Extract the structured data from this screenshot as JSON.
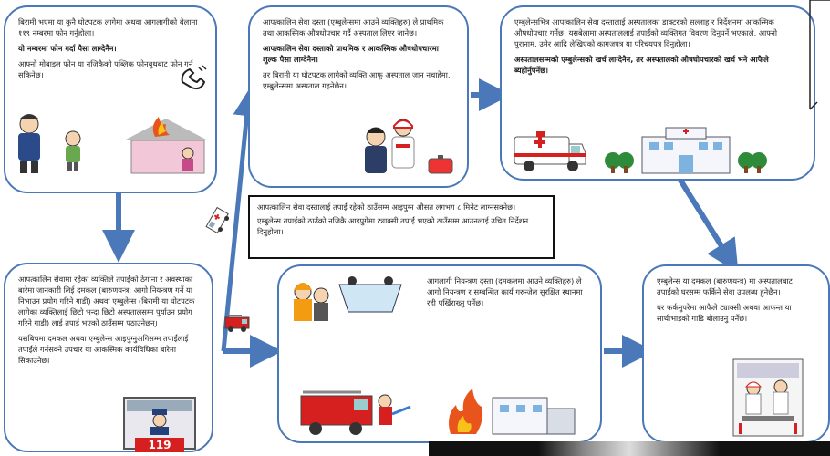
{
  "steps": {
    "step1": {
      "p1": "बिरामी भएमा या कुनै घोटपटक लागेमा अथवा आगलागीको बेलामा ११९ नम्बरमा फोन गर्नुहोला।",
      "p2": "यो नम्बरमा फोन गर्दा पैसा लाग्देनैन।",
      "p3": "आफ्नो मोबाइल फोन या नजिकैको पब्लिक फोनबुथबाट फोन गर्न सकिनेछ।"
    },
    "step2": {
      "p1": "आपत्कालिन सेवामा रहेका व्यक्तिले तपाईंको ठेगाना र अवस्थाका बारेमा जानकारी लिई दमकल (बारुणयन्त्र: आगो नियन्त्रण गर्ने या निभाउन प्रयोग गरिने गाडी) अथवा एम्बुलेन्स (बिरामी या घोटपटक लागेका व्यक्तिलाई छिटो भन्दा छिटो अस्पतालसम्म पुर्याउन प्रयोग गरिने गाडी) लाई तपाईं भएको ठाउँसम्म पठाउनेछन्।",
      "p2": "यसबिचमा दमकल अथवा एम्बुलेन्स आइपुग्नुअगिसम्म तपाईंलाई तपाईंले गर्नसक्ने उपचार या आकस्मिक कार्यविधिका बारेमा सिकाउनेछ।"
    },
    "step3": {
      "p1": "आपत्कालिन सेवा दस्ता (एम्बुलेन्समा आउने व्यक्तिहरु) ले प्राथमिक तथा आकस्मिक औषधोपचार गर्दै अस्पताल लिएर जानेछ।",
      "p2": "आपत्कालिन सेवा दस्ताको प्राथमिक र आकस्मिक औषधोपचारमा शुल्क पैसा लाग्देनैन।",
      "p3": "तर बिरामी या घोटपटक लागेको व्यक्ति आफू अस्पताल जान नचाहेमा, एम्बुलेन्समा अस्पताल गइनेछैन।"
    },
    "step4": {
      "p1": "एम्बुलेन्सभित्र आपत्कालिन सेवा दस्तालाई अस्पतालका डाक्टरको सल्लाह र निर्देशनमा आकस्मिक औषधोपचार गर्नेछ। यसबेलामा अस्पताललाई तपाईंको व्यक्तिगत विवरण दिनुपर्ने भएकाले, आफ्नो पुरानाम, उमेर आदि लेखिएको कागजपत्र या परिचयपत्र दिनुहोला।",
      "p2": "अस्पतालसम्मको एम्बुलेन्सको खर्च लाग्देनैन, तर अस्पतालको औषधोपचारको खर्च भने आफैले ब्यहोर्नुपर्नेछ।"
    },
    "step5": {
      "p1": "आगलागी नियन्त्रण दस्ता (दमकलमा आउने व्यक्तिहरु) ले आगो नियन्त्रण र सम्बन्धित कार्य गरुन्जेल सुरक्षित स्थानमा रही पर्खिराख्नु पर्नेछ।"
    },
    "step6": {
      "p1": "एम्बुलेन्स या दमकल (बारुणयन्त्र) मा अस्पतालबाट तपाईंको घरसम्म फर्किने सेवा उपलब्ध हुनेछैन।",
      "p2": "घर फर्कनुपरेमा आफैले ट्याक्सी अथवा आफन्त या साथीभाइको गाडि बोलाउनु पर्नेछ।"
    }
  },
  "note": {
    "p1": "आपत्कालिन सेवा दस्तालाई तपाईं रहेको ठाउँसम्म आइपुग्न औसत लगभग ८ मिनेट लाग्नसक्नेछ।",
    "p2": "एम्बुलेन्स तपाईंको ठाउँको नजिकै आइपुगेमा ट्याक्सी तपाईं भएको ठाउँसम्म आउनलाई उचित निर्देशन दिनुहोला।"
  },
  "panel_number": "119",
  "colors": {
    "border": "#4a78b8",
    "arrow": "#4a78b8",
    "fire_red": "#d62020"
  }
}
